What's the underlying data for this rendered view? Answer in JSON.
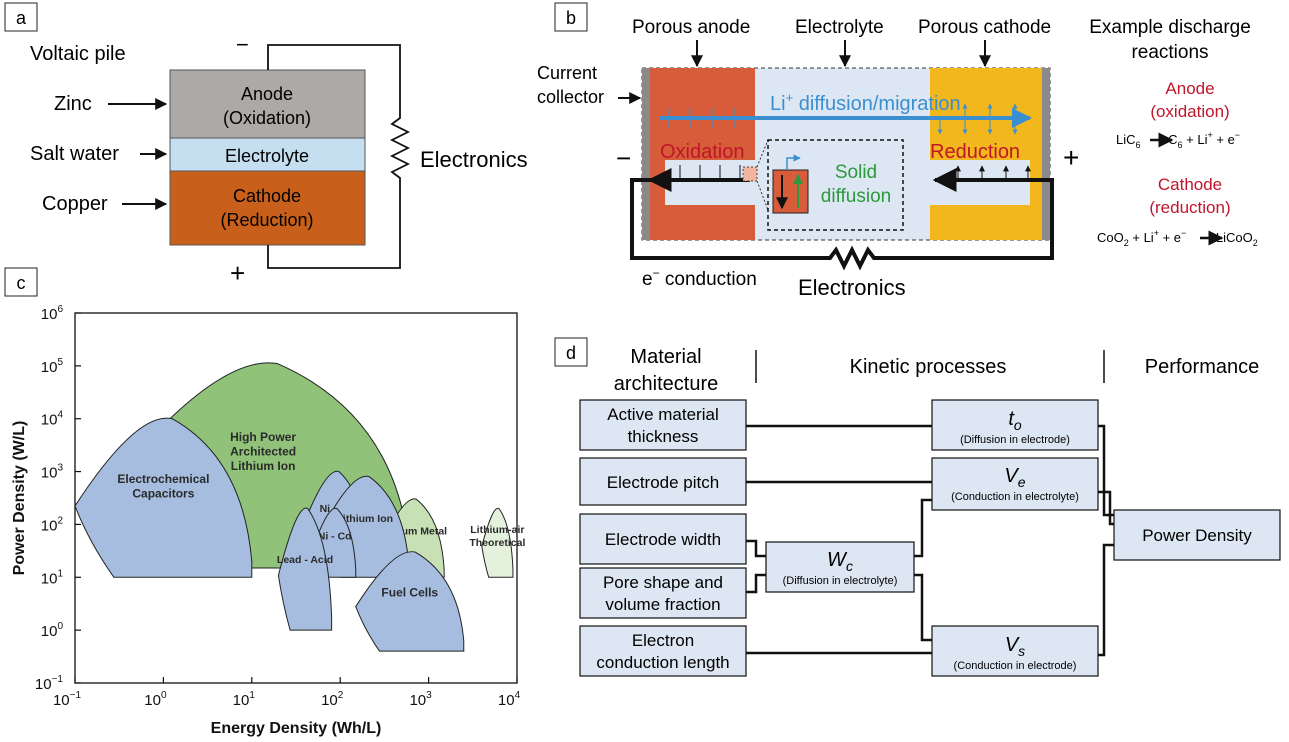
{
  "panel_a": {
    "label": "a",
    "title": "Voltaic pile",
    "minus": "−",
    "plus": "+",
    "left": {
      "zinc": "Zinc",
      "salt": "Salt water",
      "copper": "Copper"
    },
    "anode": {
      "line1": "Anode",
      "line2": "(Oxidation)"
    },
    "electrolyte": "Electrolyte",
    "cathode": {
      "line1": "Cathode",
      "line2": "(Reduction)"
    },
    "load": "Electronics",
    "colors": {
      "anode": "#aca9a6",
      "electrolyte": "#c5def0",
      "cathode": "#c8601c"
    }
  },
  "panel_b": {
    "label": "b",
    "top": {
      "anode": "Porous anode",
      "electrolyte": "Electrolyte",
      "cathode": "Porous cathode"
    },
    "collector": {
      "line1": "Current",
      "line2": "collector"
    },
    "diffusion": {
      "li": "Li",
      "sup": "+",
      "text": " diffusion/migration"
    },
    "oxidation": "Oxidation",
    "reduction": "Reduction",
    "solid": {
      "line1": "Solid",
      "line2": "diffusion"
    },
    "minus": "−",
    "plus": "+",
    "conduction": {
      "e": "e",
      "sup": "−",
      "text": " conduction"
    },
    "load": "Electronics",
    "reactions": {
      "title1": "Example discharge",
      "title2": "reactions",
      "anode1": "Anode",
      "anode2": "(oxidation)",
      "anode_eq": {
        "lhs": "LiC",
        "sub6": "6",
        "rhs": " C",
        "rhs_sub": "6",
        "rest": " + Li",
        "sup": "+",
        "rest2": " + e",
        "sup2": "−"
      },
      "cathode1": "Cathode",
      "cathode2": "(reduction)",
      "cathode_eq": {
        "lhs": "CoO",
        "sub": "2",
        "rest": " + Li",
        "sup": "+",
        "rest2": " + e",
        "sup2": "−",
        "rhs": " LiCoO",
        "rhs_sub": "2"
      }
    },
    "colors": {
      "anode": "#d75c3a",
      "cathode": "#f2b71c",
      "electrolyte": "#dde7f3",
      "accent_red": "#c0152a",
      "accent_blue": "#3a8fd0",
      "accent_green": "#2c9a3a"
    }
  },
  "panel_c": {
    "label": "c",
    "chart_data": {
      "type": "area",
      "xlabel": "Energy Density (Wh/L)",
      "ylabel": "Power Density (W/L)",
      "xscale": "log",
      "yscale": "log",
      "xlim": [
        0.1,
        10000
      ],
      "ylim": [
        0.1,
        1000000
      ],
      "xticks": [
        {
          "b": "10",
          "e": "−1"
        },
        {
          "b": "10",
          "e": "0"
        },
        {
          "b": "10",
          "e": "1"
        },
        {
          "b": "10",
          "e": "2"
        },
        {
          "b": "10",
          "e": "3"
        },
        {
          "b": "10",
          "e": "4"
        }
      ],
      "yticks": [
        {
          "b": "10",
          "e": "−1"
        },
        {
          "b": "10",
          "e": "0"
        },
        {
          "b": "10",
          "e": "1"
        },
        {
          "b": "10",
          "e": "2"
        },
        {
          "b": "10",
          "e": "3"
        },
        {
          "b": "10",
          "e": "4"
        },
        {
          "b": "10",
          "e": "5"
        },
        {
          "b": "10",
          "e": "6"
        }
      ],
      "regions": [
        {
          "name": "High Power Architected Lithium Ion",
          "lines": [
            "High Power",
            "Architected",
            "Lithium Ion"
          ],
          "energy": [
            0.3,
            600
          ],
          "power": [
            15,
            110000
          ],
          "color": "#90c27a"
        },
        {
          "name": "Electrochemical Capacitors",
          "lines": [
            "Electrochemical",
            "Capacitors"
          ],
          "energy": [
            0.1,
            10
          ],
          "power": [
            10,
            10000
          ],
          "color": "#a6bde0"
        },
        {
          "name": "Lithium Metal",
          "lines": [
            "Lithium Metal"
          ],
          "energy": [
            300,
            1500
          ],
          "power": [
            10,
            300
          ],
          "color": "#c7e0b4"
        },
        {
          "name": "Lithium-air Theoretical",
          "lines": [
            "Lithium-air",
            "Theoretical"
          ],
          "energy": [
            4000,
            9000
          ],
          "power": [
            10,
            200
          ],
          "color": "#e4f1dd"
        },
        {
          "name": "Ni - Zn",
          "lines": [
            "Ni - Zn"
          ],
          "energy": [
            40,
            200
          ],
          "power": [
            20,
            1000
          ],
          "color": "#a6bde0"
        },
        {
          "name": "Lithium Ion",
          "lines": [
            "Lithium Ion"
          ],
          "energy": [
            60,
            600
          ],
          "power": [
            10,
            800
          ],
          "color": "#a6bde0"
        },
        {
          "name": "Ni - Cd",
          "lines": [
            "Ni - Cd"
          ],
          "energy": [
            50,
            150
          ],
          "power": [
            10,
            200
          ],
          "color": "#a6bde0"
        },
        {
          "name": "Lead - Acid",
          "lines": [
            "Lead - Acid"
          ],
          "energy": [
            20,
            80
          ],
          "power": [
            1,
            200
          ],
          "color": "#a6bde0"
        },
        {
          "name": "Fuel Cells",
          "lines": [
            "Fuel Cells"
          ],
          "energy": [
            150,
            2500
          ],
          "power": [
            0.4,
            30
          ],
          "color": "#a6bde0"
        }
      ]
    }
  },
  "panel_d": {
    "label": "d",
    "headers": {
      "mat1": "Material",
      "mat2": "architecture",
      "kin": "Kinetic processes",
      "perf": "Performance"
    },
    "material": [
      {
        "line1": "Active material",
        "line2": "thickness"
      },
      {
        "line1": "Electrode pitch",
        "line2": ""
      },
      {
        "line1": "Electrode width",
        "line2": ""
      },
      {
        "line1": "Pore shape and",
        "line2": "volume fraction"
      },
      {
        "line1": "Electron",
        "line2": "conduction length"
      }
    ],
    "kinetic": {
      "to": {
        "sym": "t",
        "sub": "o",
        "desc": "(Diffusion in electrode)"
      },
      "ve": {
        "sym": "V",
        "sub": "e",
        "desc": "(Conduction in electrolyte)"
      },
      "wc": {
        "sym": "W",
        "sub": "c",
        "desc": "(Diffusion in electrolyte)"
      },
      "vs": {
        "sym": "V",
        "sub": "s",
        "desc": "(Conduction in electrode)"
      }
    },
    "performance": "Power Density",
    "colors": {
      "box": "#dde7f3"
    }
  }
}
